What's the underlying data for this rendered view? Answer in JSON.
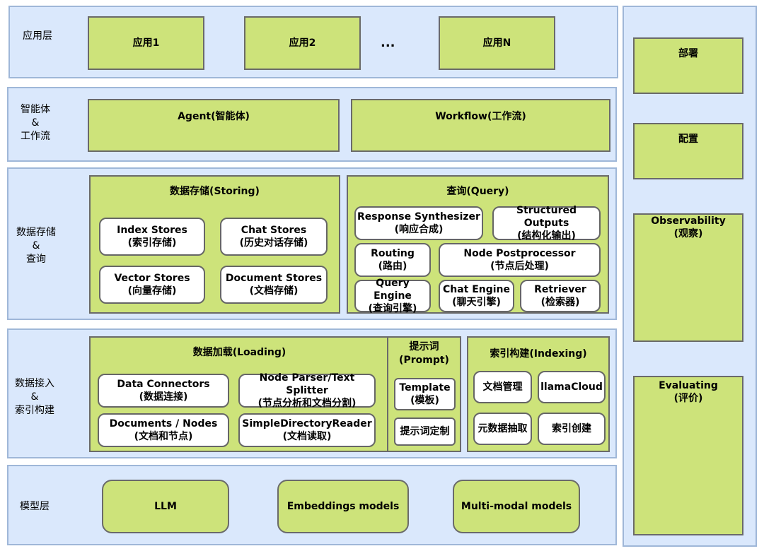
{
  "app_layer": {
    "label": "应用层",
    "apps": [
      "应用1",
      "应用2",
      "应用N"
    ],
    "ellipsis": "..."
  },
  "agent_layer": {
    "label_lines": [
      "智能体",
      "&",
      "工作流"
    ],
    "agent": "Agent(智能体)",
    "workflow": "Workflow(工作流)"
  },
  "storage_layer": {
    "label_lines": [
      "数据存储",
      "&",
      "查询"
    ],
    "storing": {
      "title": "数据存储(Storing)",
      "items": [
        {
          "en": "Index Stores",
          "zh": "(索引存储)"
        },
        {
          "en": "Chat Stores",
          "zh": "(历史对话存储)"
        },
        {
          "en": "Vector Stores",
          "zh": "(向量存储)"
        },
        {
          "en": "Document Stores",
          "zh": "(文档存储)"
        }
      ]
    },
    "query": {
      "title": "查询(Query)",
      "items": [
        {
          "en": "Response Synthesizer",
          "zh": "(响应合成)"
        },
        {
          "en": "Structured Outputs",
          "zh": "(结构化输出)"
        },
        {
          "en": "Routing",
          "zh": "(路由)"
        },
        {
          "en": "Node Postprocessor",
          "zh": "(节点后处理)"
        },
        {
          "en": "Query Engine",
          "zh": "(查询引擎)"
        },
        {
          "en": "Chat Engine",
          "zh": "(聊天引擎)"
        },
        {
          "en": "Retriever",
          "zh": "(检索器)"
        }
      ]
    }
  },
  "ingest_layer": {
    "label_lines": [
      "数据接入",
      "&",
      "索引构建"
    ],
    "loading": {
      "title": "数据加载(Loading)",
      "items": [
        {
          "en": "Data Connectors",
          "zh": "(数据连接)"
        },
        {
          "en": "Node Parser/Text Splitter",
          "zh": "(节点分析和文档分割)"
        },
        {
          "en": "Documents / Nodes",
          "zh": "(文档和节点)"
        },
        {
          "en": "SimpleDirectoryReader",
          "zh": "(文档读取)"
        }
      ]
    },
    "prompt": {
      "title_lines": [
        "提示词",
        "(Prompt)"
      ],
      "items": [
        {
          "en": "Template",
          "zh": "(模板)"
        },
        {
          "en": "提示词定制",
          "zh": ""
        }
      ]
    },
    "indexing": {
      "title": "索引构建(Indexing)",
      "items": [
        "文档管理",
        "llamaCloud",
        "元数据抽取",
        "索引创建"
      ]
    }
  },
  "model_layer": {
    "label": "模型层",
    "models": [
      "LLM",
      "Embeddings models",
      "Multi-modal models"
    ]
  },
  "side": {
    "items": [
      {
        "line1": "部署",
        "line2": ""
      },
      {
        "line1": "配置",
        "line2": ""
      },
      {
        "line1": "Observability",
        "line2": "(观察)"
      },
      {
        "line1": "Evaluating",
        "line2": "(评价)"
      }
    ]
  },
  "colors": {
    "layer_bg": "#dae8fc",
    "layer_border": "#9fb7d8",
    "module_fill": "#cde37a",
    "box_border": "#666666"
  }
}
